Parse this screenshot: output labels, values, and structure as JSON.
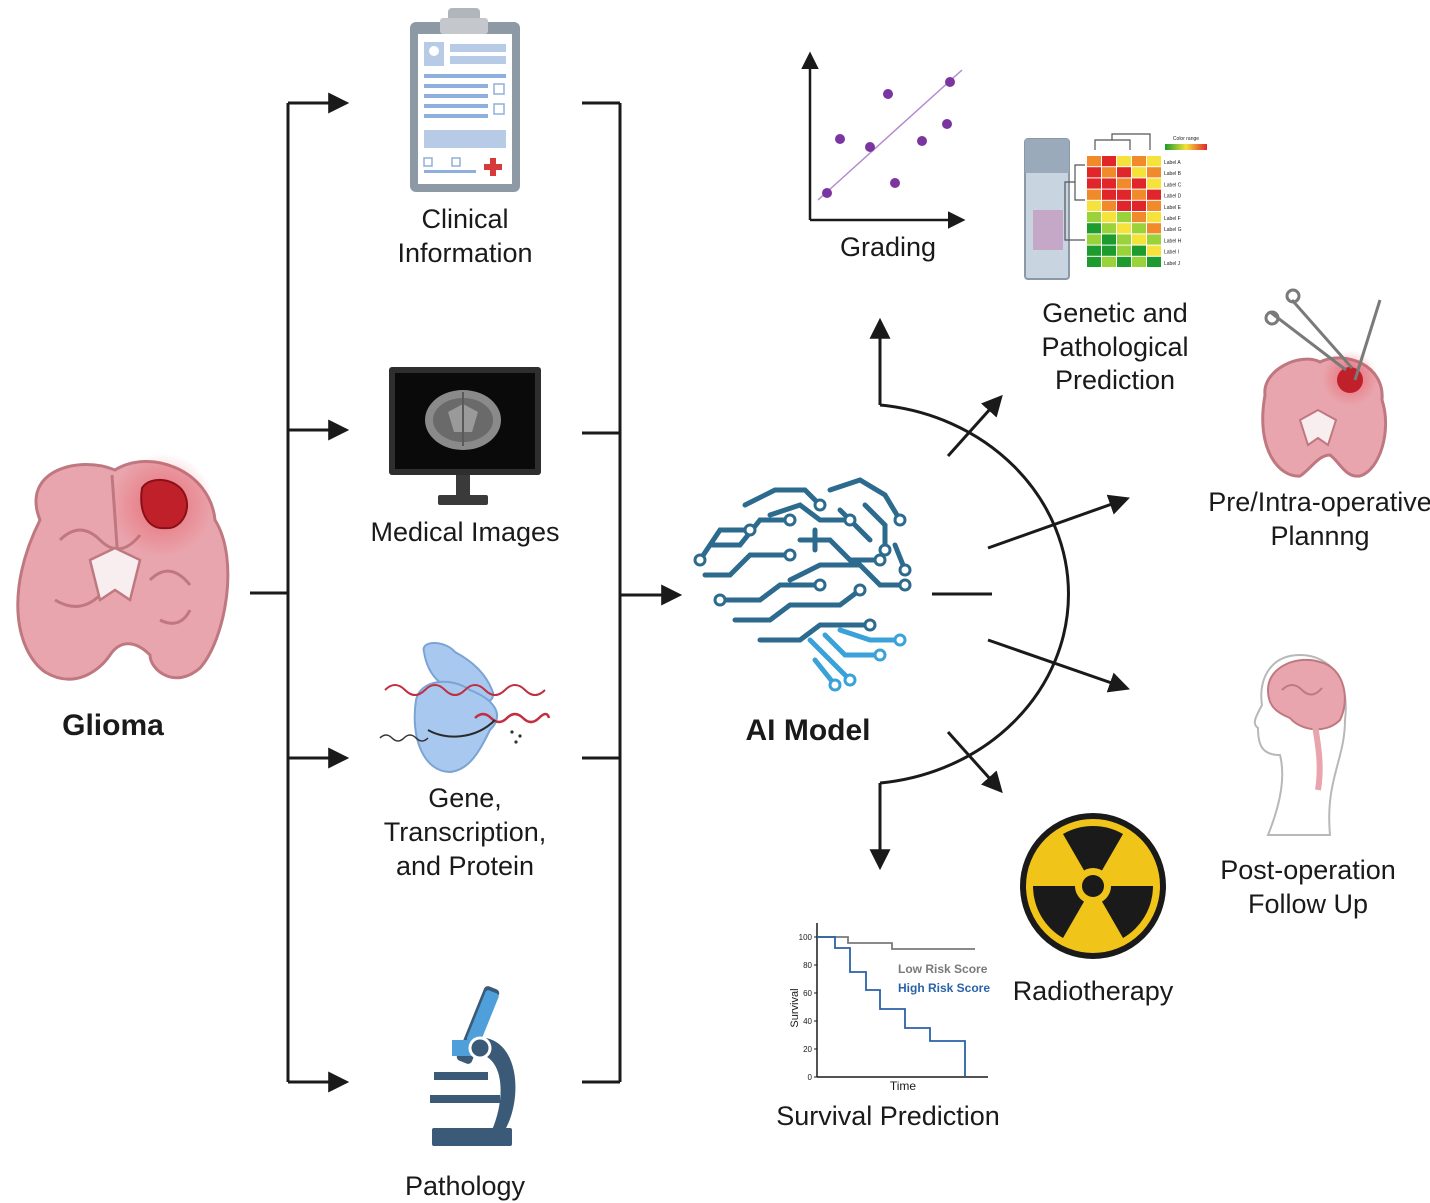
{
  "source": {
    "label": "Glioma"
  },
  "inputs": [
    {
      "id": "clinical",
      "label_lines": [
        "Clinical",
        "Information"
      ]
    },
    {
      "id": "images",
      "label_lines": [
        "Medical Images"
      ]
    },
    {
      "id": "gene",
      "label_lines": [
        "Gene,",
        "Transcription,",
        "and Protein"
      ]
    },
    {
      "id": "pathology",
      "label_lines": [
        "Pathology"
      ]
    }
  ],
  "model": {
    "label": "AI Model"
  },
  "outputs": [
    {
      "id": "grading",
      "label_lines": [
        "Grading"
      ]
    },
    {
      "id": "genetic",
      "label_lines": [
        "Genetic and",
        "Pathological",
        "Prediction"
      ]
    },
    {
      "id": "planning",
      "label_lines": [
        "Pre/Intra-operative",
        "Plannng"
      ]
    },
    {
      "id": "followup",
      "label_lines": [
        "Post-operation",
        "Follow Up"
      ]
    },
    {
      "id": "radiotherapy",
      "label_lines": [
        "Radiotherapy"
      ]
    },
    {
      "id": "survival",
      "label_lines": [
        "Survival Prediction"
      ]
    }
  ],
  "survival_chart": {
    "ylabel": "Survival",
    "xlabel": "Time",
    "yticks": [
      "0",
      "20",
      "40",
      "60",
      "80",
      "100"
    ],
    "legend": [
      "Low Risk Score",
      "High Risk Score"
    ],
    "colors": {
      "low": "#7a7a7a",
      "high": "#2a62a8"
    }
  },
  "heatmap": {
    "legend_title": "Color range",
    "row_labels": [
      "Label A",
      "Label B",
      "Label C",
      "Label D",
      "Label E",
      "Label F",
      "Label G",
      "Label H",
      "Label I",
      "Label J"
    ]
  },
  "colors": {
    "brain_pink": "#e9a5ad",
    "tumor_red": "#c0202a",
    "circuit_blue": "#2c6a8e",
    "circuit_light": "#3aa2d8",
    "radiation_yellow": "#f0c419",
    "arrow": "#1a1a1a"
  }
}
